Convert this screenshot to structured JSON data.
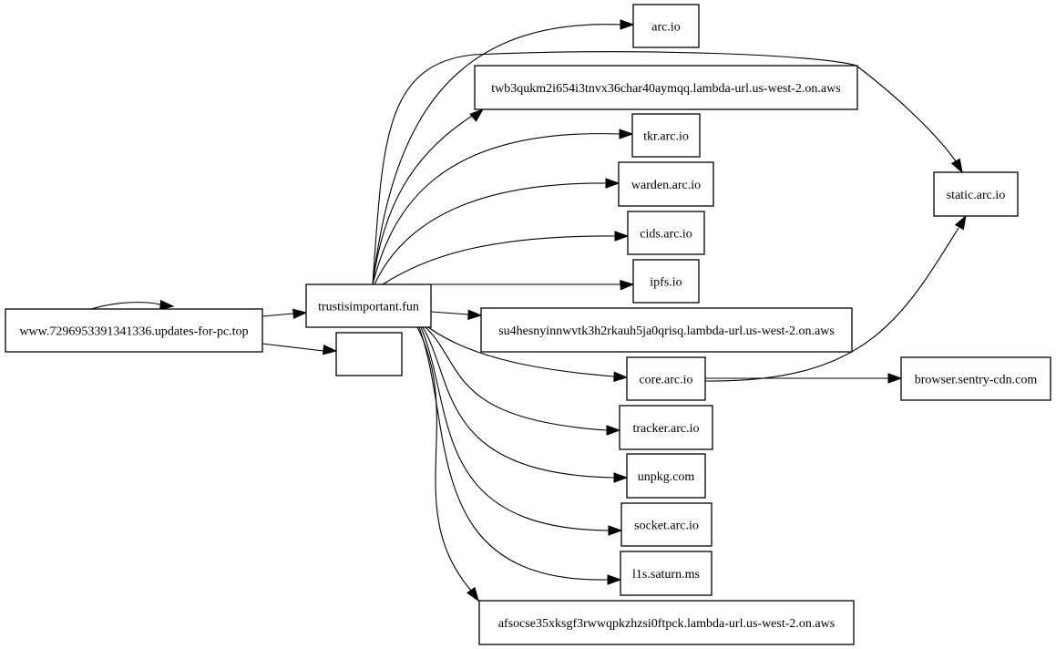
{
  "nodes": [
    {
      "id": "www",
      "label": "www.7296953391341336.updates-for-pc.top"
    },
    {
      "id": "blank",
      "label": ""
    },
    {
      "id": "trust",
      "label": "trustisimportant.fun"
    },
    {
      "id": "arc",
      "label": "arc.io"
    },
    {
      "id": "twb",
      "label": "twb3qukm2i654i3tnvx36char40aymqq.lambda-url.us-west-2.on.aws"
    },
    {
      "id": "tkr",
      "label": "tkr.arc.io"
    },
    {
      "id": "warden",
      "label": "warden.arc.io"
    },
    {
      "id": "cids",
      "label": "cids.arc.io"
    },
    {
      "id": "ipfs",
      "label": "ipfs.io"
    },
    {
      "id": "su4",
      "label": "su4hesnyinnwvtk3h2rkauh5ja0qrisq.lambda-url.us-west-2.on.aws"
    },
    {
      "id": "core",
      "label": "core.arc.io"
    },
    {
      "id": "tracker",
      "label": "tracker.arc.io"
    },
    {
      "id": "unpkg",
      "label": "unpkg.com"
    },
    {
      "id": "socket",
      "label": "socket.arc.io"
    },
    {
      "id": "l1s",
      "label": "l1s.saturn.ms"
    },
    {
      "id": "afs",
      "label": "afsocse35xksgf3rwwqpkzhzsi0ftpck.lambda-url.us-west-2.on.aws"
    },
    {
      "id": "static",
      "label": "static.arc.io"
    },
    {
      "id": "sentry",
      "label": "browser.sentry-cdn.com"
    }
  ],
  "edges": [
    {
      "from": "www",
      "to": "www"
    },
    {
      "from": "www",
      "to": "trust"
    },
    {
      "from": "www",
      "to": "blank"
    },
    {
      "from": "trust",
      "to": "arc"
    },
    {
      "from": "trust",
      "to": "twb"
    },
    {
      "from": "trust",
      "to": "static"
    },
    {
      "from": "trust",
      "to": "tkr"
    },
    {
      "from": "trust",
      "to": "warden"
    },
    {
      "from": "trust",
      "to": "cids"
    },
    {
      "from": "trust",
      "to": "ipfs"
    },
    {
      "from": "trust",
      "to": "su4"
    },
    {
      "from": "trust",
      "to": "core"
    },
    {
      "from": "trust",
      "to": "tracker"
    },
    {
      "from": "trust",
      "to": "unpkg"
    },
    {
      "from": "trust",
      "to": "socket"
    },
    {
      "from": "trust",
      "to": "l1s"
    },
    {
      "from": "trust",
      "to": "afs"
    },
    {
      "from": "core",
      "to": "static"
    },
    {
      "from": "core",
      "to": "sentry"
    }
  ]
}
